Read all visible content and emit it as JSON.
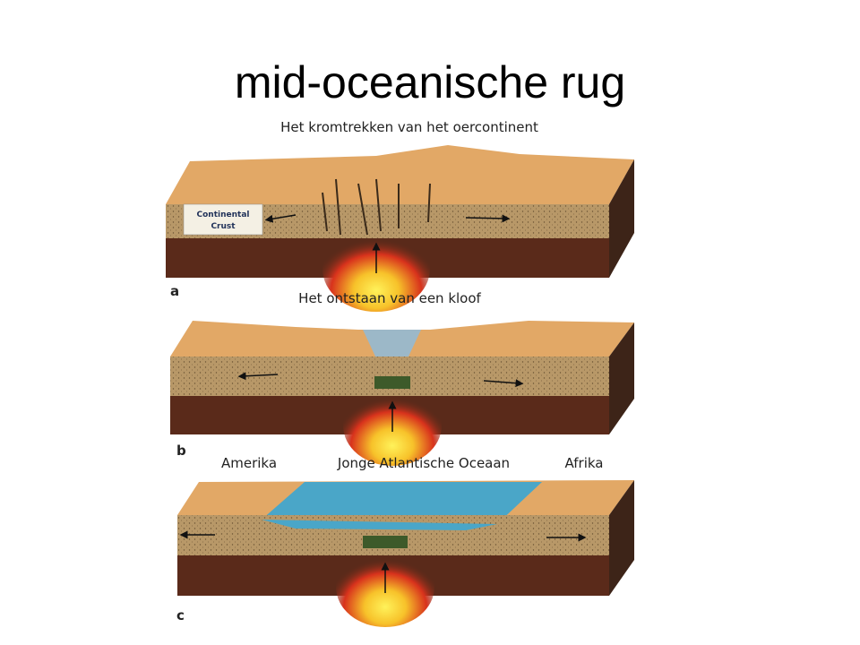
{
  "slide": {
    "title": "mid-oceanische rug"
  },
  "diagram": {
    "panels": [
      {
        "letter": "a",
        "caption": "Het kromtrekken van het oercontinent",
        "box_label_1": "Continental",
        "box_label_2": "Crust"
      },
      {
        "letter": "b",
        "caption": "Het ontstaan van een kloof"
      },
      {
        "letter": "c",
        "label_left": "Amerika",
        "caption": "Jonge Atlantische Oceaan",
        "label_right": "Afrika"
      }
    ],
    "colors": {
      "top_surface": "#e2a866",
      "crust": "#b89868",
      "mantle": "#5a2a1a",
      "magma_outer": "#c8261a",
      "magma_core": "#ffe23a",
      "ocean": "#4aa6c8"
    }
  }
}
